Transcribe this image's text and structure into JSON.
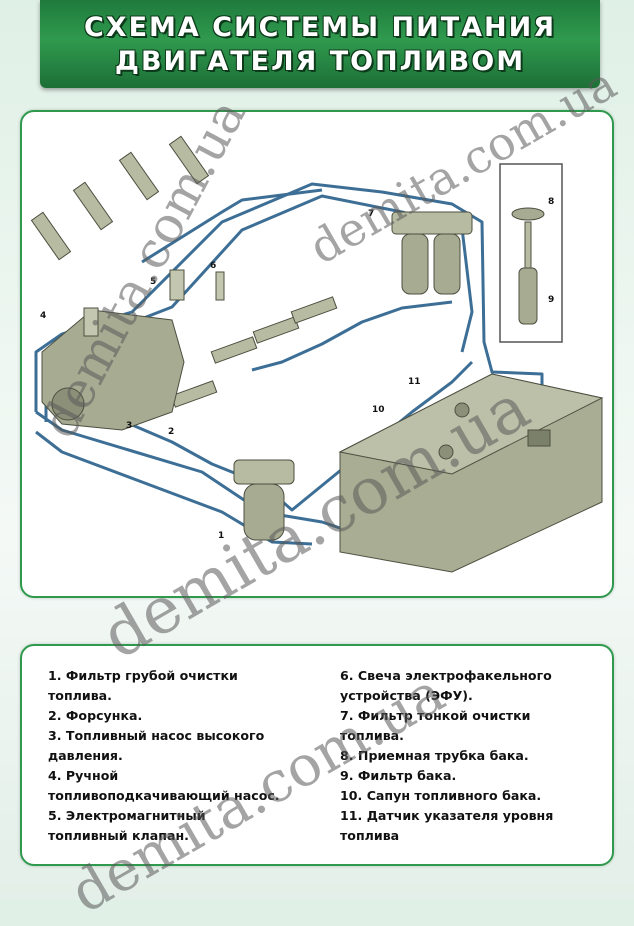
{
  "title": {
    "line1": "СХЕМА СИСТЕМЫ ПИТАНИЯ",
    "line2": "ДВИГАТЕЛЯ ТОПЛИВОМ"
  },
  "diagram": {
    "callouts": [
      "1",
      "2",
      "3",
      "4",
      "5",
      "6",
      "7",
      "8",
      "9",
      "10",
      "11"
    ],
    "pipe_color": "#3d6f96",
    "metal_color": "#9ea38a"
  },
  "legend": {
    "left": [
      "1. Фильтр грубой очистки",
      "топлива.",
      "2. Форсунка.",
      "3. Топливный насос высокого",
      "давления.",
      "4. Ручной",
      "топливоподкачивающий насос.",
      "5. Электромагнитный",
      "топливный клапан."
    ],
    "right": [
      "6. Свеча электрофакельного",
      "устройства (ЭФУ).",
      "7. Фильтр тонкой очистки",
      "топлива.",
      "8. Приемная трубка бака.",
      "9. Фильтр бака.",
      "10. Сапун топливного бака.",
      "11. Датчик указателя уровня",
      "топлива"
    ]
  },
  "watermark": "demita.com.ua"
}
